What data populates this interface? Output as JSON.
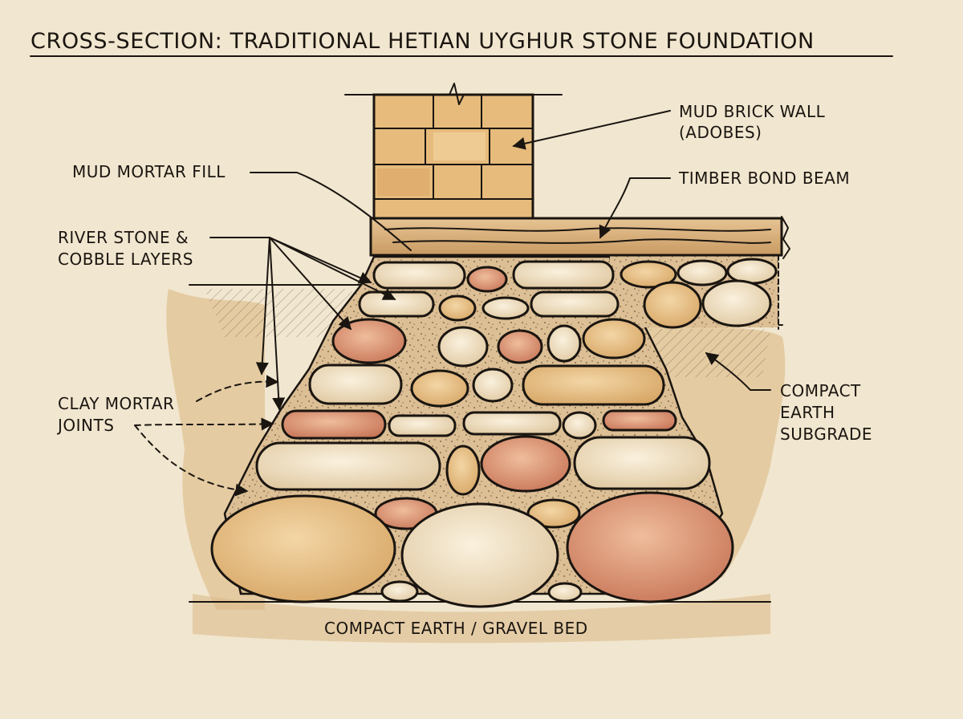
{
  "title": "CROSS-SECTION: TRADITIONAL HETIAN UYGHUR STONE FOUNDATION",
  "labels": {
    "mud_brick_wall_line1": "MUD BRICK WALL",
    "mud_brick_wall_line2": "(ADOBES)",
    "mud_mortar_fill": "MUD MORTAR FILL",
    "timber_bond_beam": "TIMBER BOND BEAM",
    "river_stone_line1": "RIVER STONE &",
    "river_stone_line2": "COBBLE LAYERS",
    "clay_mortar_line1": "CLAY MORTAR",
    "clay_mortar_line2": "JOINTS",
    "compact_earth_line1": "COMPACT",
    "compact_earth_line2": "EARTH",
    "compact_earth_line3": "SUBGRADE",
    "base": "COMPACT EARTH / GRAVEL BED"
  },
  "colors": {
    "paper": "#f1e6cf",
    "ink": "#1a1510",
    "adobe": "#e3b574",
    "timber": "#d8b27e",
    "mortar": "#d9b98b",
    "stone_light": "#eddcbf",
    "stone_warm": "#e2b884",
    "stone_red": "#d99170"
  }
}
